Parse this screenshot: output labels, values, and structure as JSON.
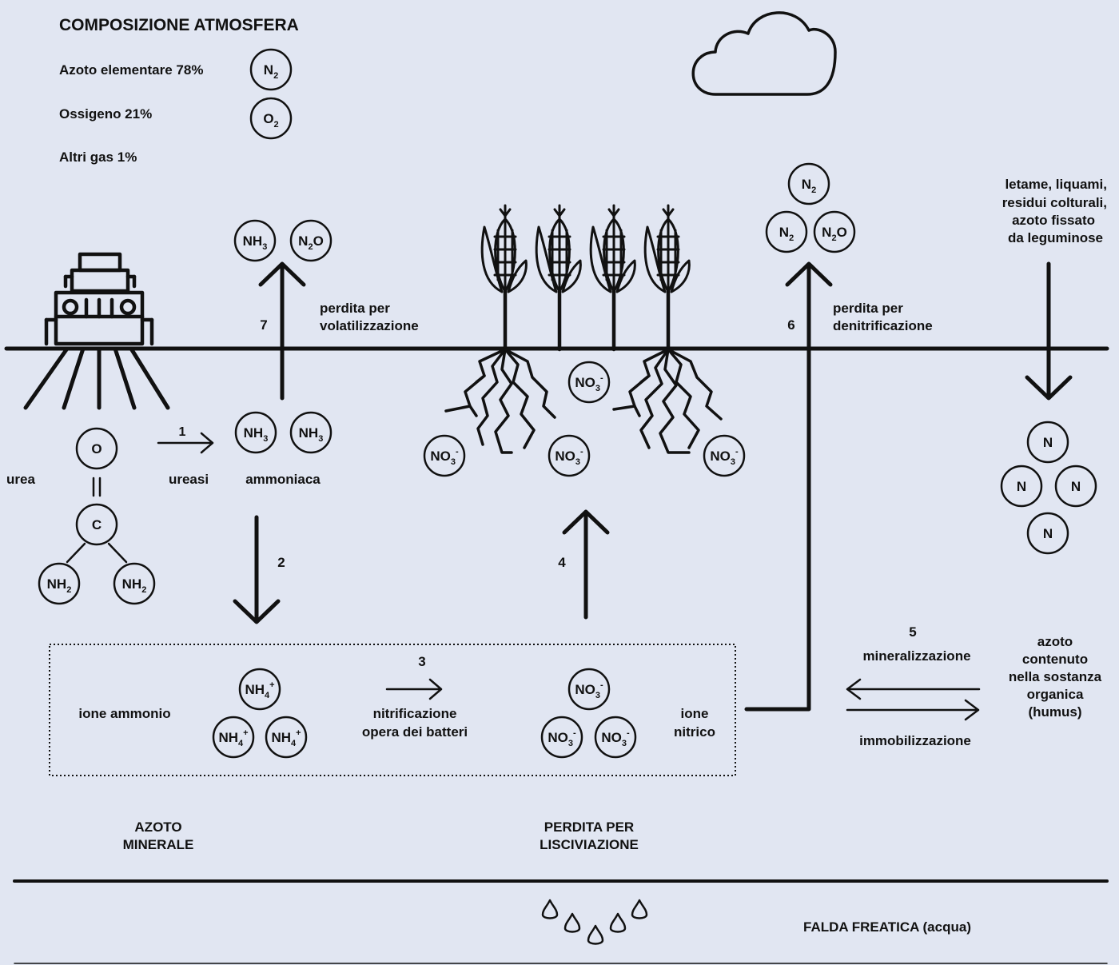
{
  "atmosphere": {
    "title": "COMPOSIZIONE ATMOSFERA",
    "rows": [
      {
        "label": "Azoto elementare 78%",
        "molecule": {
          "base": "N",
          "sub": "2"
        }
      },
      {
        "label": "Ossigeno 21%",
        "molecule": {
          "base": "O",
          "sub": "2"
        }
      },
      {
        "label": "Altri gas 1%"
      }
    ]
  },
  "icons": {
    "cloud": "cloud-icon",
    "tractor": "tractor-icon",
    "plant": "corn-plant-icon",
    "drop": "water-drop-icon"
  },
  "molecules": {
    "urea_o": {
      "base": "O"
    },
    "urea_c": {
      "base": "C"
    },
    "nh2": {
      "base": "NH",
      "sub": "2"
    },
    "nh3": {
      "base": "NH",
      "sub": "3"
    },
    "n2o": {
      "pre": "N",
      "sub": "2",
      "post": "O"
    },
    "n2": {
      "base": "N",
      "sub": "2"
    },
    "no3": {
      "base": "NO",
      "sub": "3",
      "sup": "-"
    },
    "nh4": {
      "base": "NH",
      "sub": "4",
      "sup": "+"
    },
    "n": {
      "base": "N"
    }
  },
  "steps": {
    "s1": "1",
    "s2": "2",
    "s3": "3",
    "s4": "4",
    "s5": "5",
    "s6": "6",
    "s7": "7"
  },
  "labels": {
    "urea": "urea",
    "ureasi": "ureasi",
    "ammoniaca": "ammoniaca",
    "volatilizzazione_1": "perdita per",
    "volatilizzazione_2": "volatilizzazione",
    "denitrificazione_1": "perdita per",
    "denitrificazione_2": "denitrificazione",
    "organic_input": [
      "letame, liquami,",
      "residui colturali,",
      "azoto fissato",
      "da leguminose"
    ],
    "ione_ammonio": "ione ammonio",
    "nitrificazione_1": "nitrificazione",
    "nitrificazione_2": "opera dei batteri",
    "ione_nitrico_1": "ione",
    "ione_nitrico_2": "nitrico",
    "mineralizzazione": "mineralizzazione",
    "immobilizzazione": "immobilizzazione",
    "humus": [
      "azoto",
      "contenuto",
      "nella sostanza",
      "organica",
      "(humus)"
    ],
    "azoto_minerale_1": "AZOTO",
    "azoto_minerale_2": "MINERALE",
    "lisciviazione_1": "PERDITA PER",
    "lisciviazione_2": "LISCIVIAZIONE",
    "falda": "FALDA FREATICA (acqua)"
  }
}
